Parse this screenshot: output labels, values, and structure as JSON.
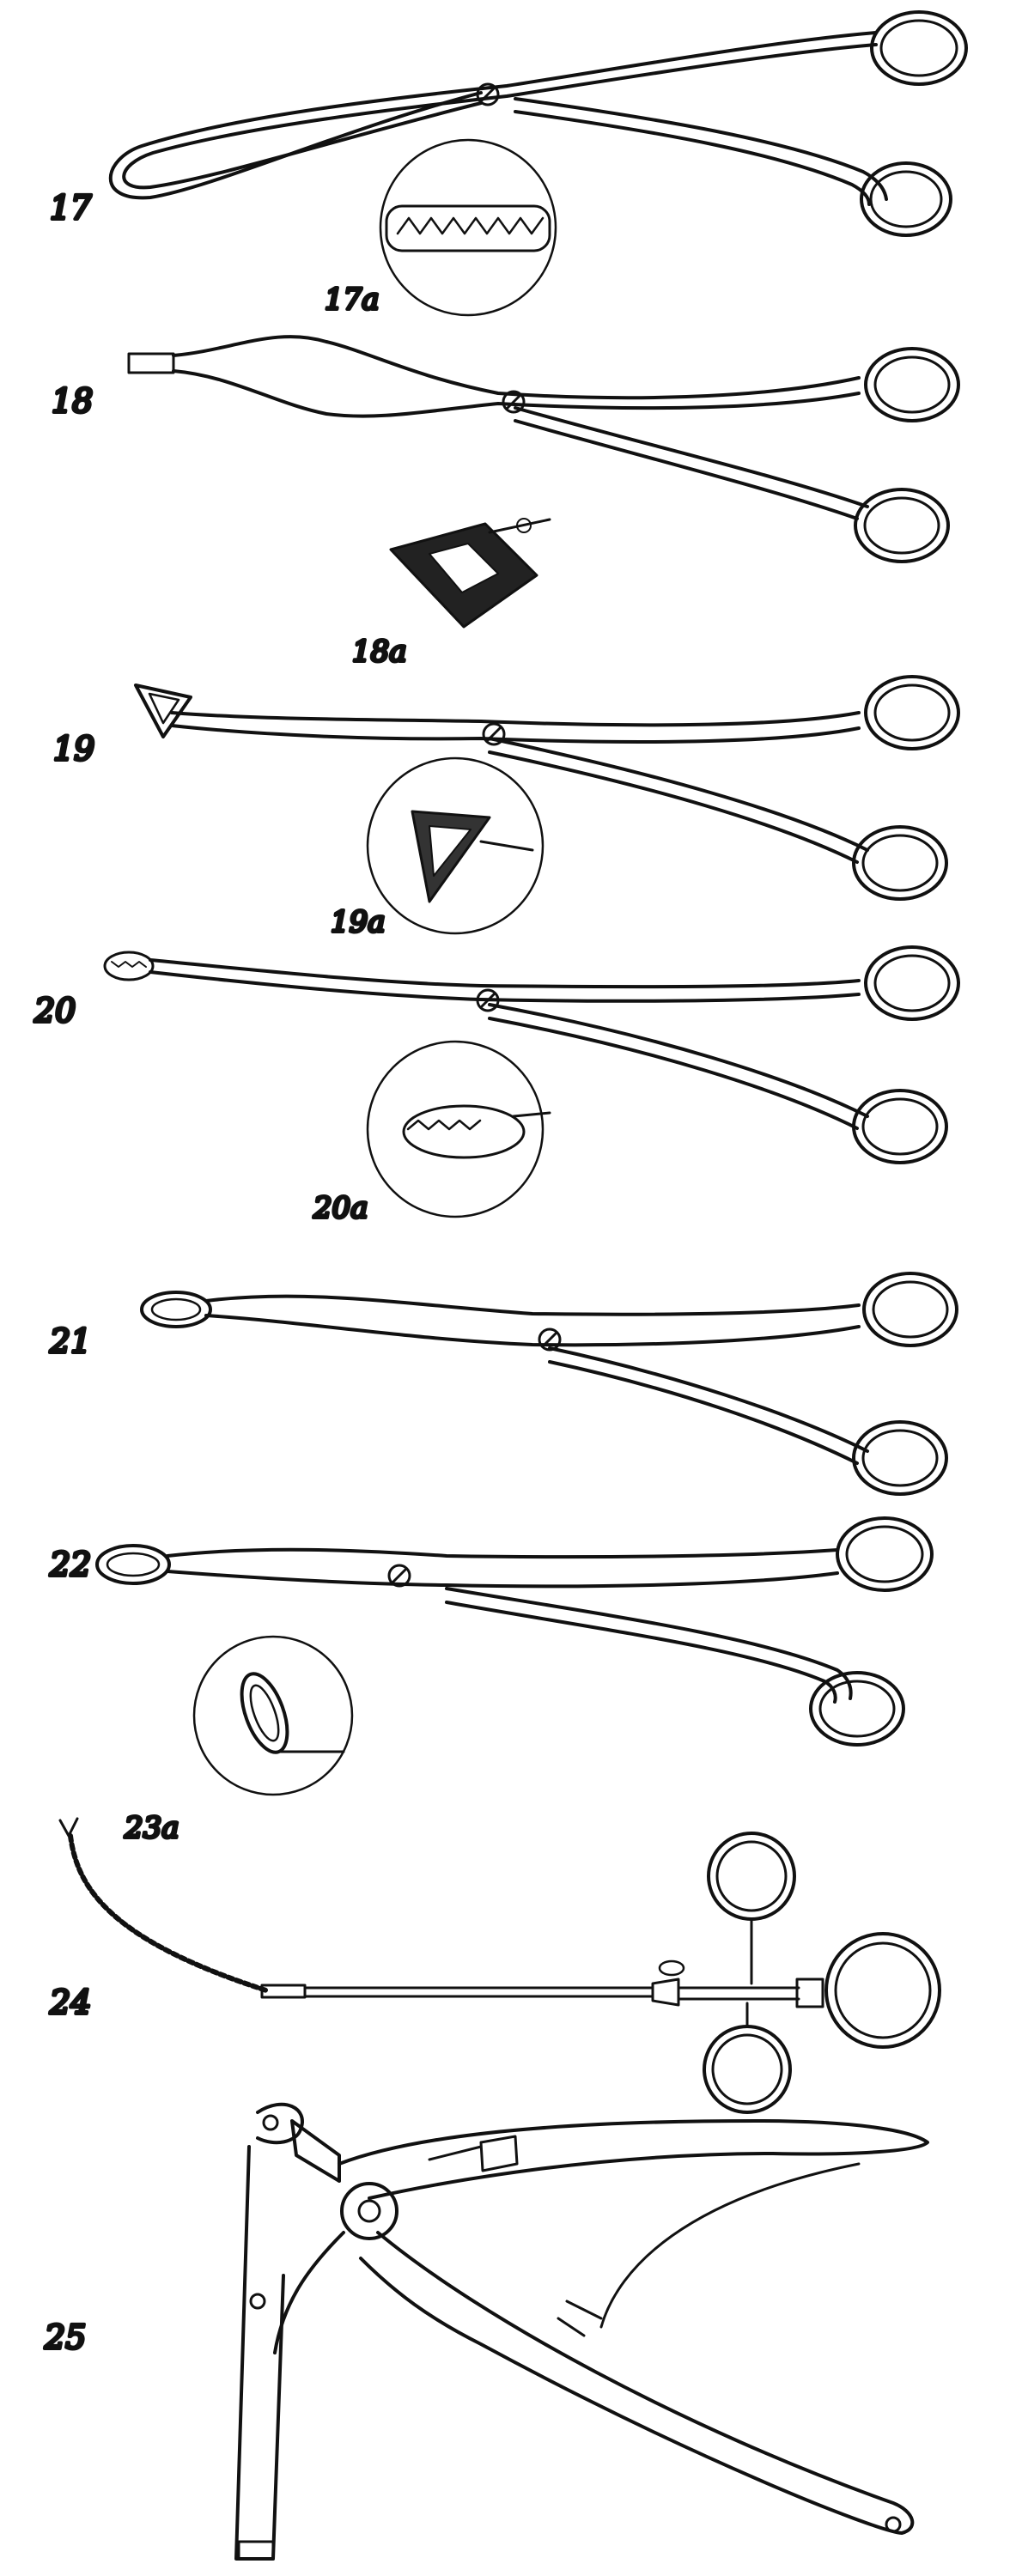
{
  "figures": [
    {
      "id": "17",
      "label": "17",
      "detail_label": "17a"
    },
    {
      "id": "18",
      "label": "18",
      "detail_label": "18a"
    },
    {
      "id": "19",
      "label": "19",
      "detail_label": "19a"
    },
    {
      "id": "20",
      "label": "20",
      "detail_label": "20a"
    },
    {
      "id": "21",
      "label": "21",
      "detail_label": ""
    },
    {
      "id": "22",
      "label": "22",
      "detail_label": "23a"
    },
    {
      "id": "24",
      "label": "24",
      "detail_label": ""
    },
    {
      "id": "25",
      "label": "25",
      "detail_label": ""
    }
  ]
}
